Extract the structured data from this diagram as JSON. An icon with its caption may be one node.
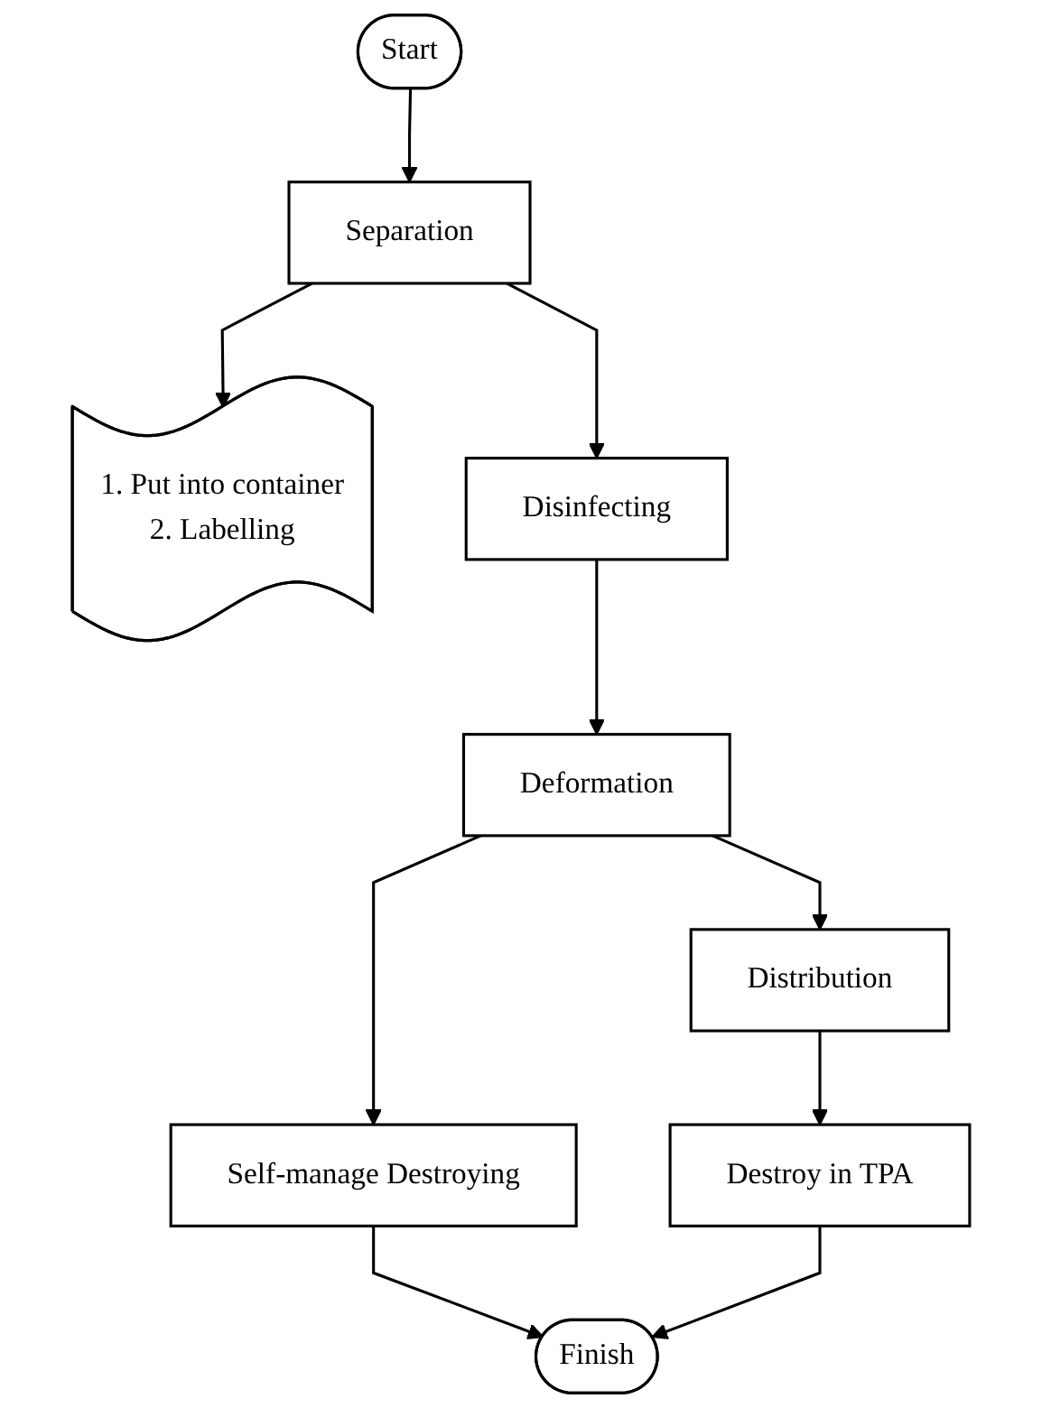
{
  "diagram": {
    "nodes": [
      {
        "text": [
          "Start"
        ]
      },
      {
        "text": [
          "Separation"
        ]
      },
      {
        "text": [
          "1. Put into container",
          "2. Labelling"
        ]
      },
      {
        "text": [
          "Disinfecting"
        ]
      },
      {
        "text": [
          "Deformation"
        ]
      },
      {
        "text": [
          "Self-manage Destroying"
        ]
      },
      {
        "text": [
          "Distribution"
        ]
      },
      {
        "text": [
          "Destroy in TPA"
        ]
      },
      {
        "text": [
          "Finish"
        ]
      }
    ],
    "edges": [
      {
        "from": 0,
        "to": 1,
        "arrow": "to"
      },
      {
        "from": 1,
        "to": 2,
        "arrow": "to"
      },
      {
        "from": 1,
        "to": 3,
        "arrow": "to"
      },
      {
        "from": 3,
        "to": 4,
        "arrow": "to"
      },
      {
        "from": 4,
        "to": 5,
        "arrow": "to"
      },
      {
        "from": 4,
        "to": 6,
        "arrow": "to"
      },
      {
        "from": 6,
        "to": 7,
        "arrow": "to"
      },
      {
        "from": 5,
        "to": 8,
        "arrow": "to"
      },
      {
        "from": 7,
        "to": 8,
        "arrow": "to"
      }
    ]
  }
}
